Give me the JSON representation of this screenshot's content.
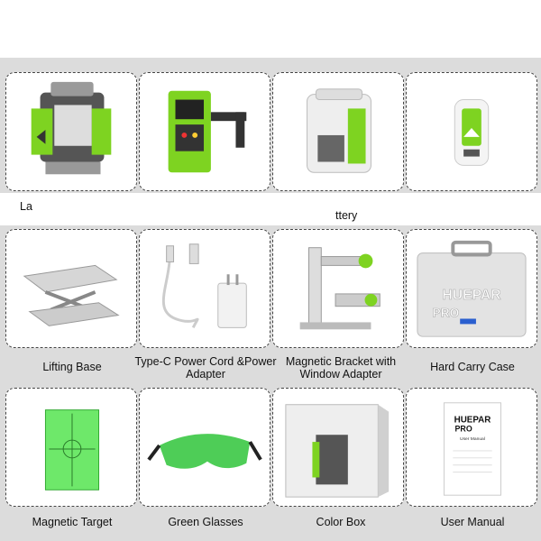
{
  "items": [
    {
      "label": "",
      "icon": "laser-level-icon"
    },
    {
      "label": "",
      "icon": "laser-receiver-icon"
    },
    {
      "label": "",
      "icon": "battery-icon"
    },
    {
      "label": "",
      "icon": "remote-control-icon"
    },
    {
      "label": "Lifting Base",
      "icon": "lifting-base-icon"
    },
    {
      "label": "Type-C Power Cord &Power Adapter",
      "icon": "power-cord-icon"
    },
    {
      "label": "Magnetic Bracket with Window Adapter",
      "icon": "magnetic-bracket-icon"
    },
    {
      "label": "Hard Carry Case",
      "icon": "carry-case-icon"
    },
    {
      "label": "Magnetic Target",
      "icon": "magnetic-target-icon"
    },
    {
      "label": "Green Glasses",
      "icon": "green-glasses-icon"
    },
    {
      "label": "Color Box",
      "icon": "color-box-icon"
    },
    {
      "label": "User Manual",
      "icon": "user-manual-icon"
    }
  ],
  "fragments": {
    "left": "La",
    "right": "ttery"
  },
  "brand": {
    "case_text": "HUEPAR",
    "case_sub": "PRO",
    "manual_brand": "HUEPAR",
    "manual_sub": "PRO",
    "manual_title": "User Manual"
  },
  "colors": {
    "accent_green": "#7ed321",
    "dark": "#333333",
    "band": "#dcdcdc"
  }
}
